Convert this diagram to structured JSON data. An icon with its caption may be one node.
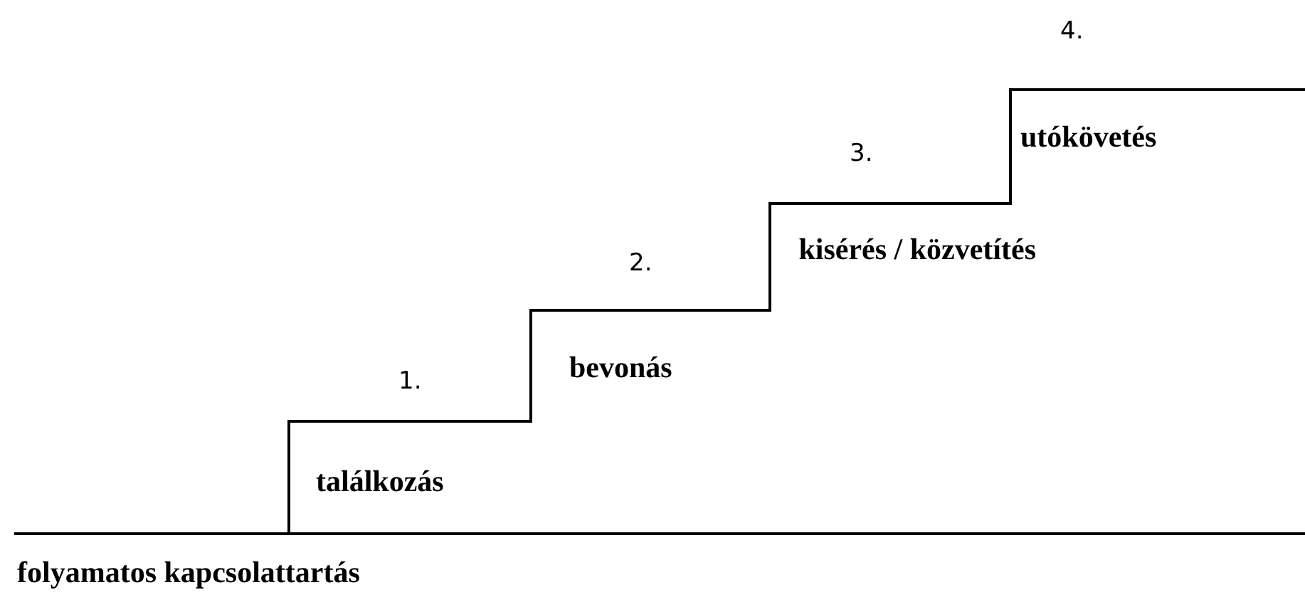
{
  "diagram": {
    "labels": [
      "4.",
      "3.",
      "utókövetés",
      "2.",
      "kisérés / közvetítés",
      "1.",
      "bevonás",
      "találkozás",
      "folyamatos kapcsolattartás"
    ]
  }
}
